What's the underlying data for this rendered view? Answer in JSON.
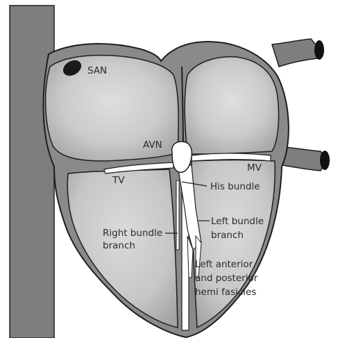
{
  "labels": {
    "san": "SAN",
    "avn": "AVN",
    "tv": "TV",
    "mv": "MV",
    "his": "His bundle",
    "right_bundle_1": "Right bundle",
    "right_bundle_2": "branch",
    "left_bundle_1": "Left bundle",
    "left_bundle_2": "branch",
    "fascicles_1": "Left anterior",
    "fascicles_2": "and posterior",
    "fascicles_3": "hemi fasicles"
  },
  "colors": {
    "vessel": "#7e7e7e",
    "heart_outer": "#8a8a8a",
    "chamber_rim": "#b0b0b0",
    "chamber_center": "#dcdcdc",
    "conduction": "#ffffff",
    "outline": "#1e1e1e",
    "node": "#1a1a1a"
  }
}
